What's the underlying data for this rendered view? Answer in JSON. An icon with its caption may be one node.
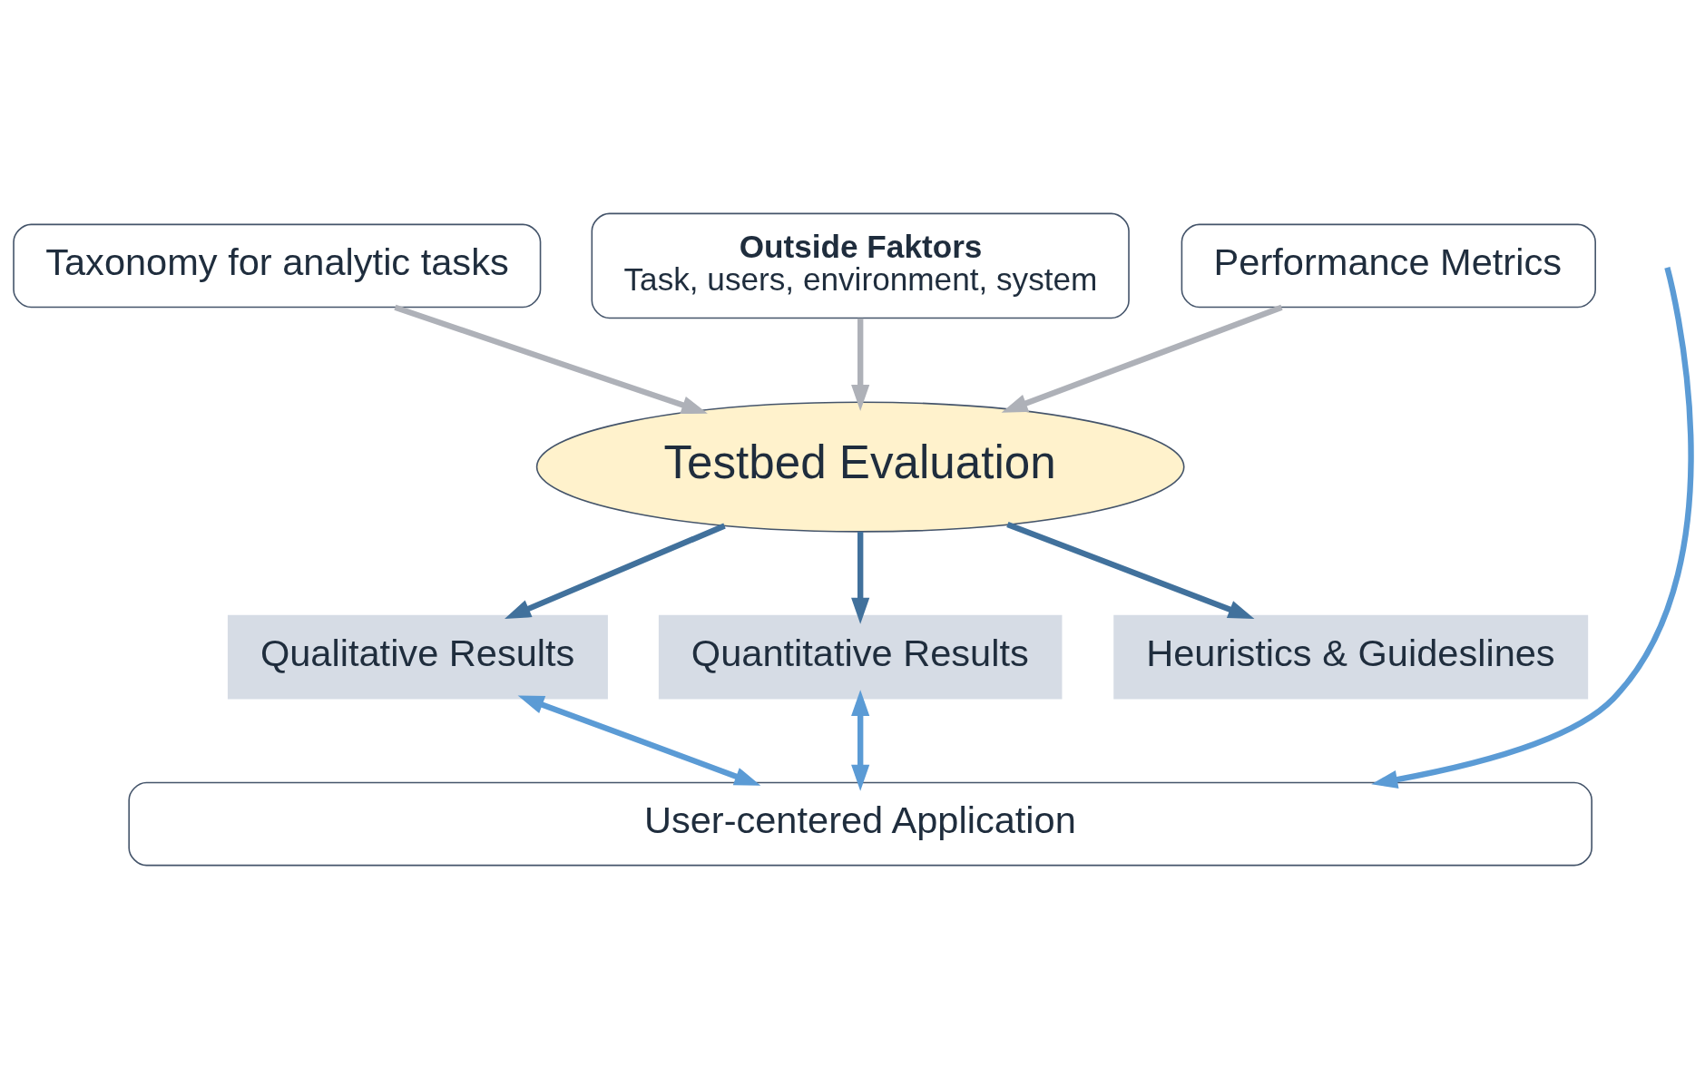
{
  "diagram": {
    "nodes": [
      {
        "text": [
          "Taxonomy for analytic tasks"
        ]
      },
      {
        "text": [
          "Outside Faktors",
          "Task, users, environment, system"
        ]
      },
      {
        "text": [
          "Performance Metrics"
        ]
      },
      {
        "text": [
          "Testbed Evaluation"
        ]
      },
      {
        "text": [
          "Qualitative Results"
        ]
      },
      {
        "text": [
          "Quantitative Results"
        ]
      },
      {
        "text": [
          "Heuristics & Guideslines"
        ]
      },
      {
        "text": [
          "User-centered Application"
        ]
      }
    ],
    "edges": [
      {
        "from": 0,
        "to": 3,
        "arrow": "to",
        "color": "#aeb1b8"
      },
      {
        "from": 1,
        "to": 3,
        "arrow": "to",
        "color": "#aeb1b8"
      },
      {
        "from": 2,
        "to": 3,
        "arrow": "to",
        "color": "#aeb1b8"
      },
      {
        "from": 3,
        "to": 4,
        "arrow": "to",
        "color": "#41719c"
      },
      {
        "from": 3,
        "to": 5,
        "arrow": "to",
        "color": "#41719c"
      },
      {
        "from": 3,
        "to": 6,
        "arrow": "to",
        "color": "#41719c"
      },
      {
        "from": 4,
        "to": 7,
        "arrow": "both",
        "color": "#5b9bd5"
      },
      {
        "from": 5,
        "to": 7,
        "arrow": "both",
        "color": "#5b9bd5"
      },
      {
        "from": null,
        "to": 7,
        "arrow": "to",
        "color": "#5b9bd5"
      }
    ]
  }
}
